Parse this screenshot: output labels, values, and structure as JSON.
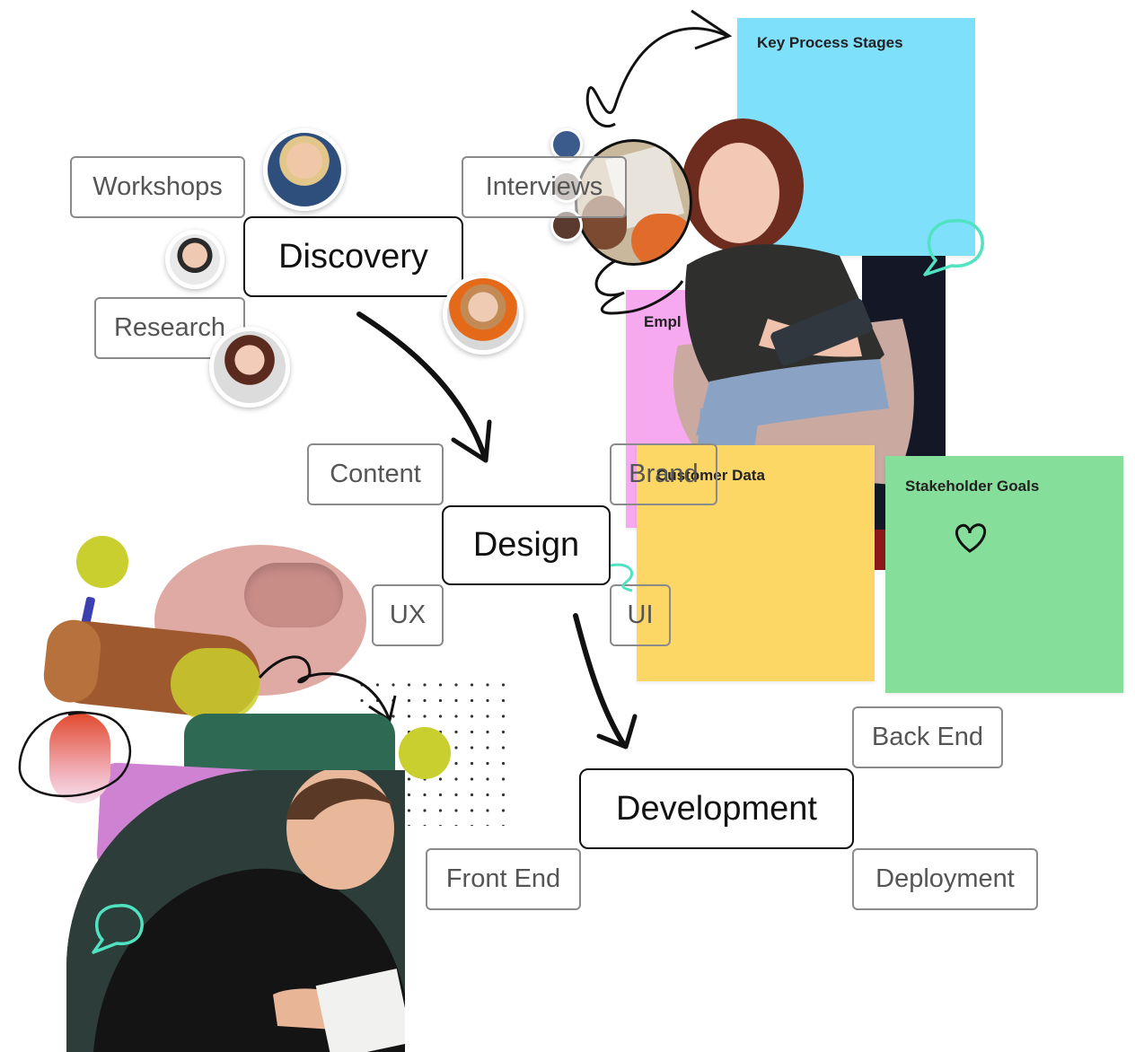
{
  "stickies": {
    "key_process": "Key Process Stages",
    "empathy": "Empl",
    "customer_data": "Customer Data",
    "stakeholder_goals": "Stakeholder Goals"
  },
  "mindmap": {
    "discovery": {
      "label": "Discovery",
      "children": [
        "Workshops",
        "Interviews",
        "Research"
      ]
    },
    "design": {
      "label": "Design",
      "children": [
        "Content",
        "Brand",
        "UX",
        "UI"
      ]
    },
    "development": {
      "label": "Development",
      "children": [
        "Back End",
        "Front End",
        "Deployment"
      ]
    }
  },
  "colors": {
    "sticky_blue": "#7fe0fb",
    "sticky_pink": "#f6a9ef",
    "sticky_yellow": "#fdd766",
    "sticky_green": "#85de9a",
    "accent_teal": "#4fe3c1",
    "dot_lime": "#c9cf2e"
  }
}
